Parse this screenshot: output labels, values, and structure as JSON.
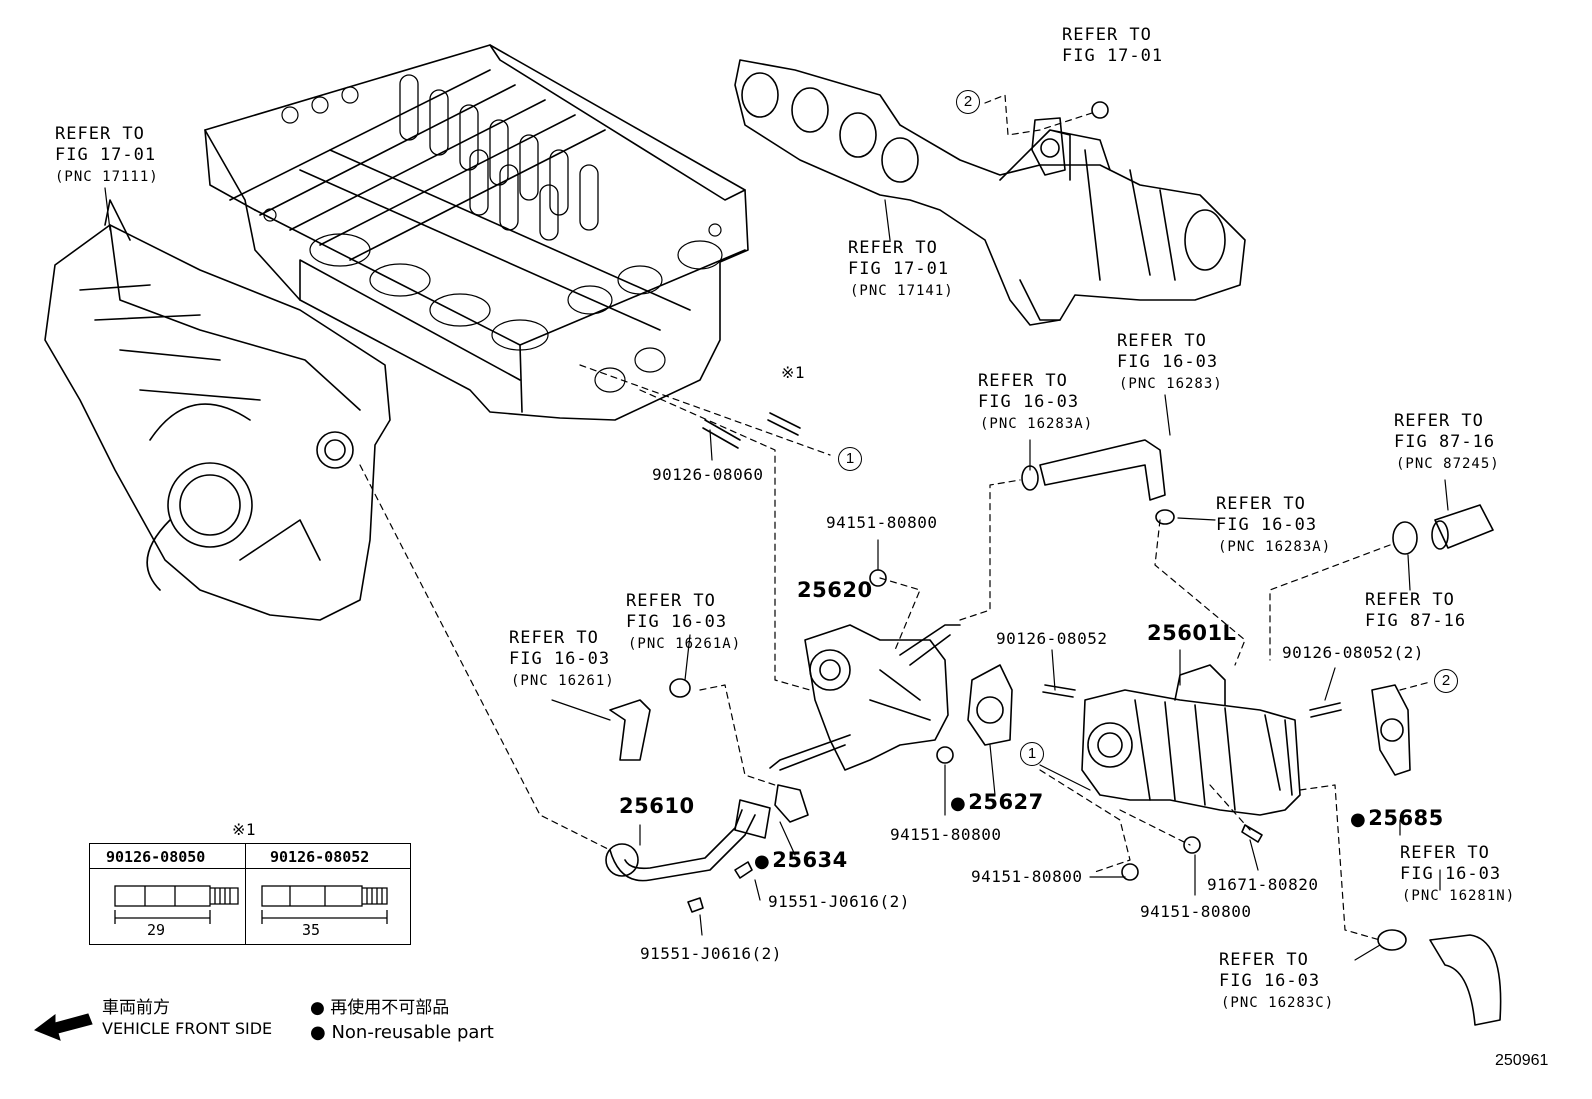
{
  "image_id": "250961",
  "circle_markers": [
    "1",
    "2"
  ],
  "references": {
    "head_top": {
      "line1": "REFER TO",
      "line2": "FIG 17-01"
    },
    "intake_manifold": {
      "line1": "REFER TO",
      "line2": "FIG 17-01",
      "pnc": "(PNC 17111)"
    },
    "exhaust_manifold": {
      "line1": "REFER TO",
      "line2": "FIG 17-01",
      "pnc": "(PNC 17141)"
    },
    "hose_16283": {
      "line1": "REFER TO",
      "line2": "FIG 16-03",
      "pnc": "(PNC 16283)"
    },
    "clamp_16283A_top": {
      "line1": "REFER TO",
      "line2": "FIG 16-03",
      "pnc": "(PNC 16283A)"
    },
    "clamp_16283A_right": {
      "line1": "REFER TO",
      "line2": "FIG 16-03",
      "pnc": "(PNC 16283A)"
    },
    "hose_87245": {
      "line1": "REFER TO",
      "line2": "FIG 87-16",
      "pnc": "(PNC 87245)"
    },
    "clamp_87_16": {
      "line1": "REFER TO",
      "line2": "FIG 87-16"
    },
    "clamp_16261A": {
      "line1": "REFER TO",
      "line2": "FIG 16-03",
      "pnc": "(PNC 16261A)"
    },
    "hose_16261": {
      "line1": "REFER TO",
      "line2": "FIG 16-03",
      "pnc": "(PNC 16261)"
    },
    "hose_16281N": {
      "line1": "REFER TO",
      "line2": "FIG 16-03",
      "pnc": "(PNC 16281N)"
    },
    "clamp_16283C": {
      "line1": "REFER TO",
      "line2": "FIG 16-03",
      "pnc": "(PNC 16283C)"
    }
  },
  "parts": {
    "p25620": "25620",
    "p25601L": "25601L",
    "p25610": "25610",
    "p25627": "25627",
    "p25634": "25634",
    "p25685": "25685",
    "stud_08060": "90126-08060",
    "stud_08052": "90126-08052",
    "stud_08052_2": "90126-08052(2)",
    "nut_80800_a": "94151-80800",
    "nut_80800_b": "94151-80800",
    "nut_80800_c": "94151-80800",
    "nut_80800_d": "94151-80800",
    "bolt_80820": "91671-80820",
    "bolt_j0616_a": "91551-J0616(2)",
    "bolt_j0616_b": "91551-J0616(2)",
    "note_mark": "※1"
  },
  "table": {
    "mark": "※1",
    "col1": "90126-08050",
    "col2": "90126-08052",
    "dim1": "29",
    "dim2": "35"
  },
  "legend": {
    "front_jp": "車両前方",
    "front_en": "VEHICLE FRONT SIDE",
    "nonreuse_jp": "再使用不可部品",
    "nonreuse_en": "Non-reusable part"
  }
}
